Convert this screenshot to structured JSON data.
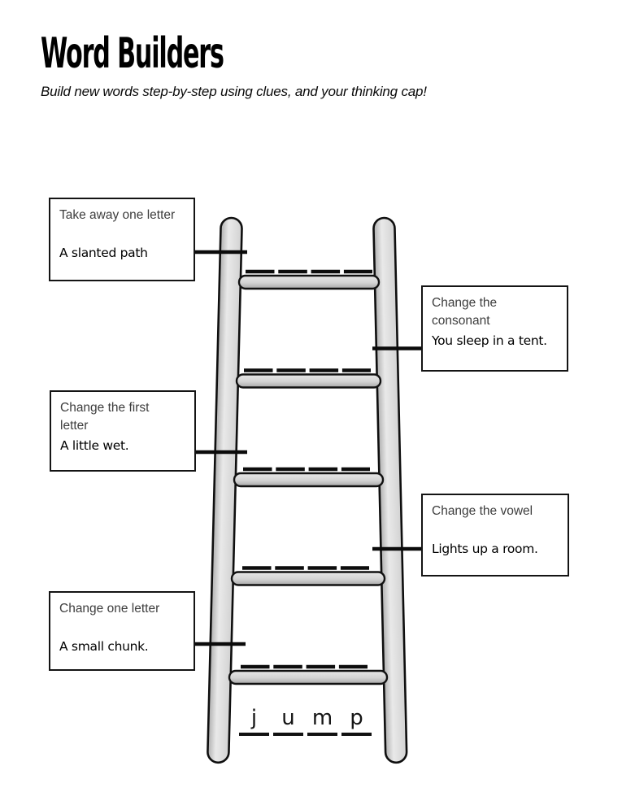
{
  "page": {
    "title": "Word Builders",
    "subtitle": "Build new words step-by-step using clues, and your thinking cap!"
  },
  "clues": [
    {
      "position": "left",
      "instruction": "Take away one letter",
      "answer_hint": "A slanted path"
    },
    {
      "position": "right",
      "instruction": "Change the\nconsonant",
      "answer_hint": "You sleep in a tent."
    },
    {
      "position": "left",
      "instruction": "Change the first\nletter",
      "answer_hint": "A little wet."
    },
    {
      "position": "right",
      "instruction": "Change the vowel",
      "answer_hint": "Lights up a room."
    },
    {
      "position": "left",
      "instruction": "Change one letter",
      "answer_hint": "A small chunk."
    }
  ],
  "ladder": {
    "rung_count": 5,
    "blanks_per_word": 4,
    "start_word": "jump",
    "start_letters": [
      "j",
      "u",
      "m",
      "p"
    ]
  },
  "colors": {
    "rail_fill": "#d5d5d5",
    "rail_highlight": "#e9e9e9",
    "rail_shadow": "#aeaeae",
    "rung_shadow": "#aaaaaa",
    "outline": "#111111",
    "instruction_text": "#3d3d3d",
    "hint_text": "#000000",
    "background": "#ffffff"
  }
}
